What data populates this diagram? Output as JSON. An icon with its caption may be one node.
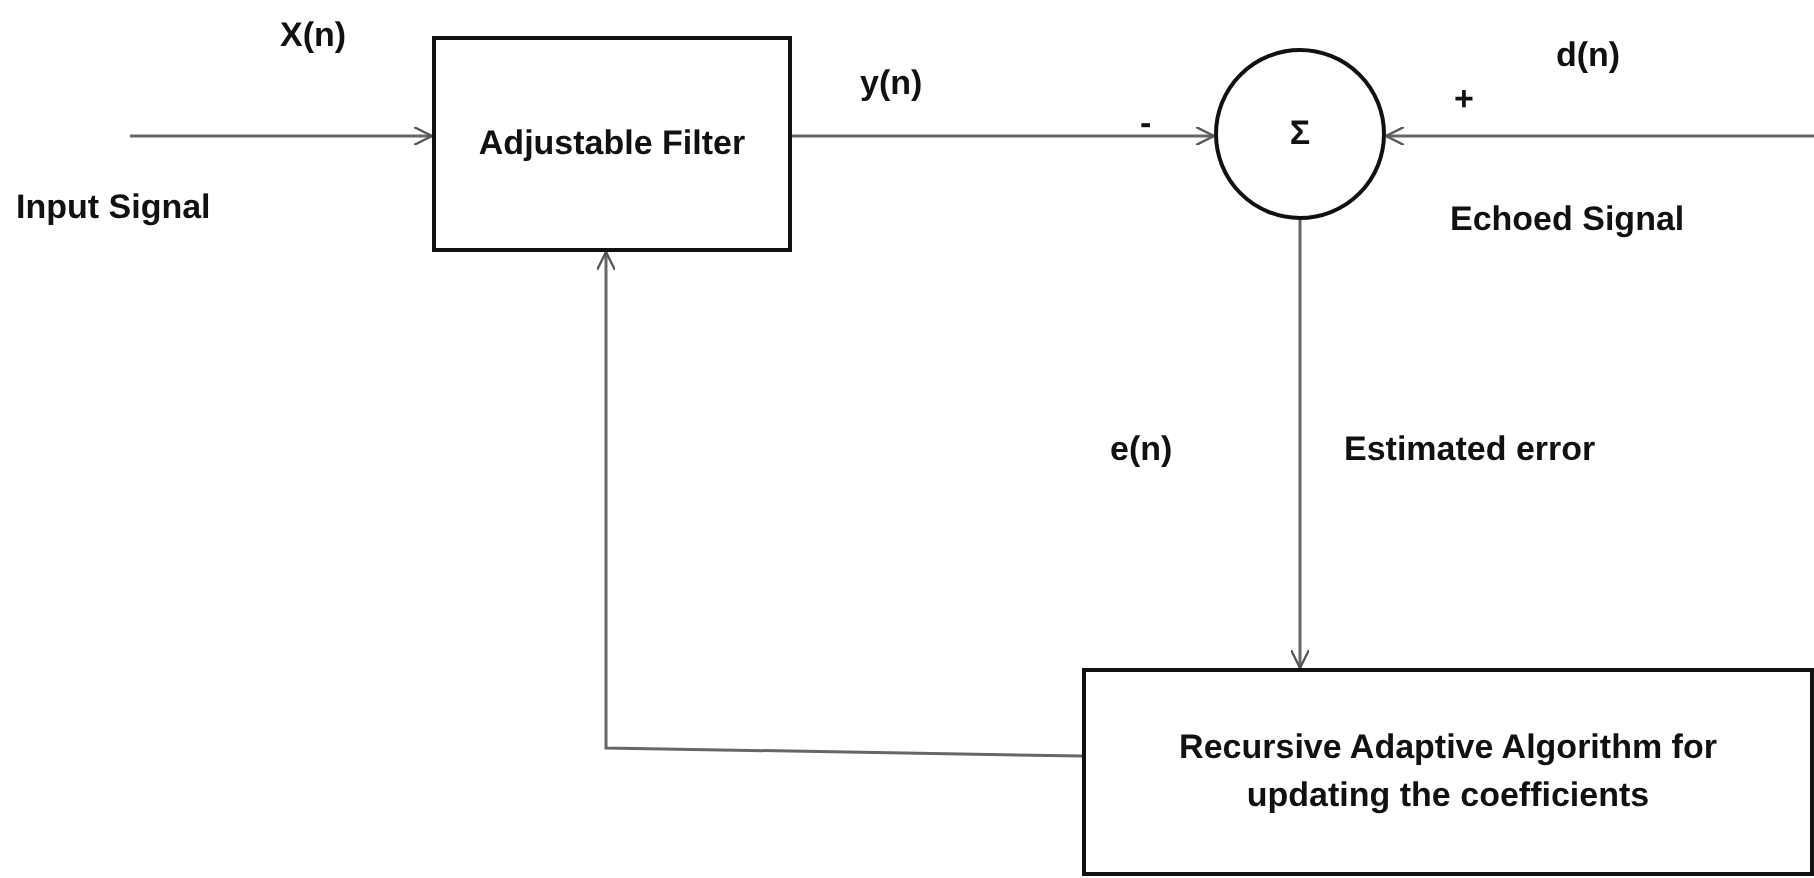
{
  "diagram": {
    "nodes": [
      {
        "text": [
          "Adjustable Filter"
        ]
      },
      {
        "text": [
          "Σ"
        ]
      },
      {
        "text": [
          "Recursive Adaptive Algorithm for updating the coefficients"
        ]
      }
    ],
    "edges": [
      {
        "from": null,
        "to": 0,
        "arrow": "to"
      },
      {
        "from": 0,
        "to": 1,
        "arrow": "to"
      },
      {
        "from": null,
        "to": 1,
        "arrow": "to"
      },
      {
        "from": 1,
        "to": 2,
        "arrow": "to"
      },
      {
        "from": 2,
        "to": 0,
        "arrow": "to"
      }
    ],
    "labels": [
      "X(n)",
      "Input Signal",
      "y(n)",
      "-",
      "d(n)",
      "+",
      "Echoed Signal",
      "e(n)",
      "Estimated error"
    ]
  }
}
